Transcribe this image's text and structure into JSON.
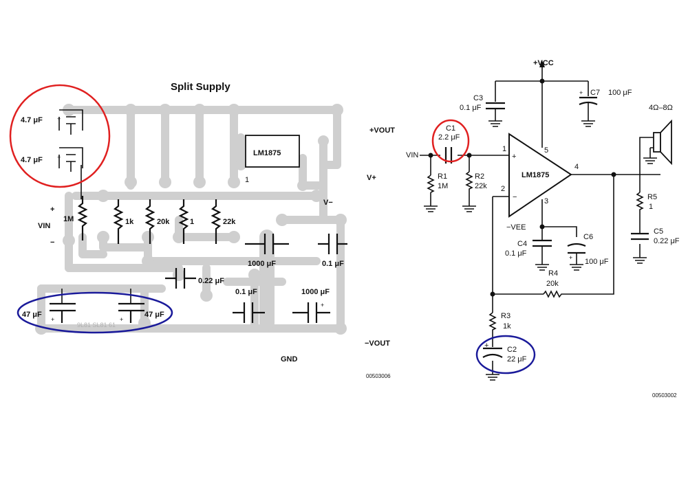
{
  "pcb": {
    "title": "Split Supply",
    "chip": "LM1875",
    "pin1": "1",
    "labels": {
      "c_4u7_top": "4.7 μF",
      "c_4u7_bot": "4.7 μF",
      "vin": "VIN",
      "plus": "+",
      "minus": "−",
      "r_1m": "1M",
      "r_1k": "1k",
      "r_20k": "20k",
      "r_1": "1",
      "r_22k": "22k",
      "c_1000_a": "1000 μF",
      "c_0u1_a": "0.1 μF",
      "c_0u22": "0.22 μF",
      "c_0u1_b": "0.1 μF",
      "c_1000_b": "1000 μF",
      "c_47_left": "47 μF",
      "c_47_right": "47 μF",
      "vout_pos": "+VOUT",
      "vplus": "V+",
      "vminus": "V−",
      "vout_neg": "−VOUT",
      "gnd": "GND",
      "fig_code": "00503006"
    }
  },
  "schematic": {
    "vcc": "+VCC",
    "c3": "C3",
    "c3_val": "0.1 μF",
    "c7": "C7",
    "c7_val": "100 μF",
    "speaker": "4Ω–8Ω",
    "c1": "C1",
    "c1_val": "2.2 μF",
    "vin": "VIN",
    "r1": "R1",
    "r1_val": "1M",
    "r2": "R2",
    "r2_val": "22k",
    "opamp": "LM1875",
    "pin1": "1",
    "pin2": "2",
    "pin3": "3",
    "pin4": "4",
    "pin5": "5",
    "plus": "+",
    "minus": "−",
    "vee": "−VEE",
    "c4": "C4",
    "c4_val": "0.1 μF",
    "c6": "C6",
    "c6_val": "100 μF",
    "r4": "R4",
    "r4_val": "20k",
    "r5": "R5",
    "r5_val": "1",
    "c5": "C5",
    "c5_val": "0.22 μF",
    "r3": "R3",
    "r3_val": "1k",
    "c2": "C2",
    "c2_val": "22 μF",
    "fig_code": "00503002"
  },
  "colors": {
    "trace": "#cfcfcf",
    "ink": "#111111",
    "highlight_red": "#e02020",
    "highlight_blue": "#1a1a9a"
  }
}
